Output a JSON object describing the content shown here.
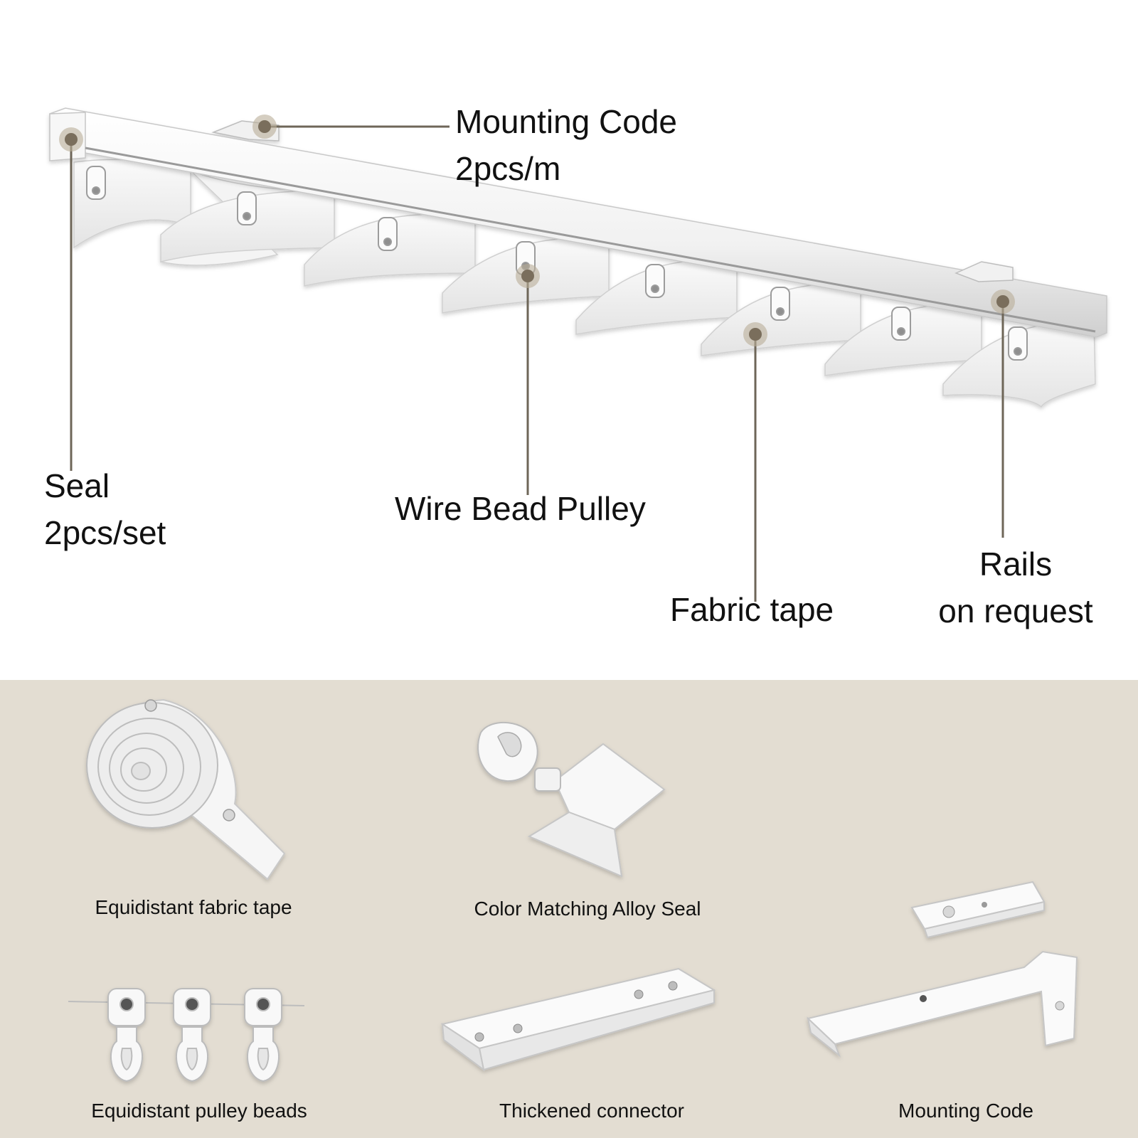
{
  "callouts": {
    "mounting_code": {
      "line1": "Mounting Code",
      "line2": "2pcs/m"
    },
    "seal": {
      "line1": "Seal",
      "line2": "2pcs/set"
    },
    "wire_bead_pulley": {
      "line1": "Wire Bead Pulley"
    },
    "fabric_tape": {
      "line1": "Fabric tape"
    },
    "rails": {
      "line1": "Rails",
      "line2": "on request"
    }
  },
  "parts": {
    "fabric_tape": "Equidistant fabric tape",
    "alloy_seal": "Color Matching Alloy Seal",
    "pulley_beads": "Equidistant pulley beads",
    "connector": "Thickened connector",
    "mounting_code": "Mounting Code"
  },
  "colors": {
    "panel_background": "#e3ddd2",
    "marker": "#7a6e5c",
    "product_white": "#ffffff"
  }
}
